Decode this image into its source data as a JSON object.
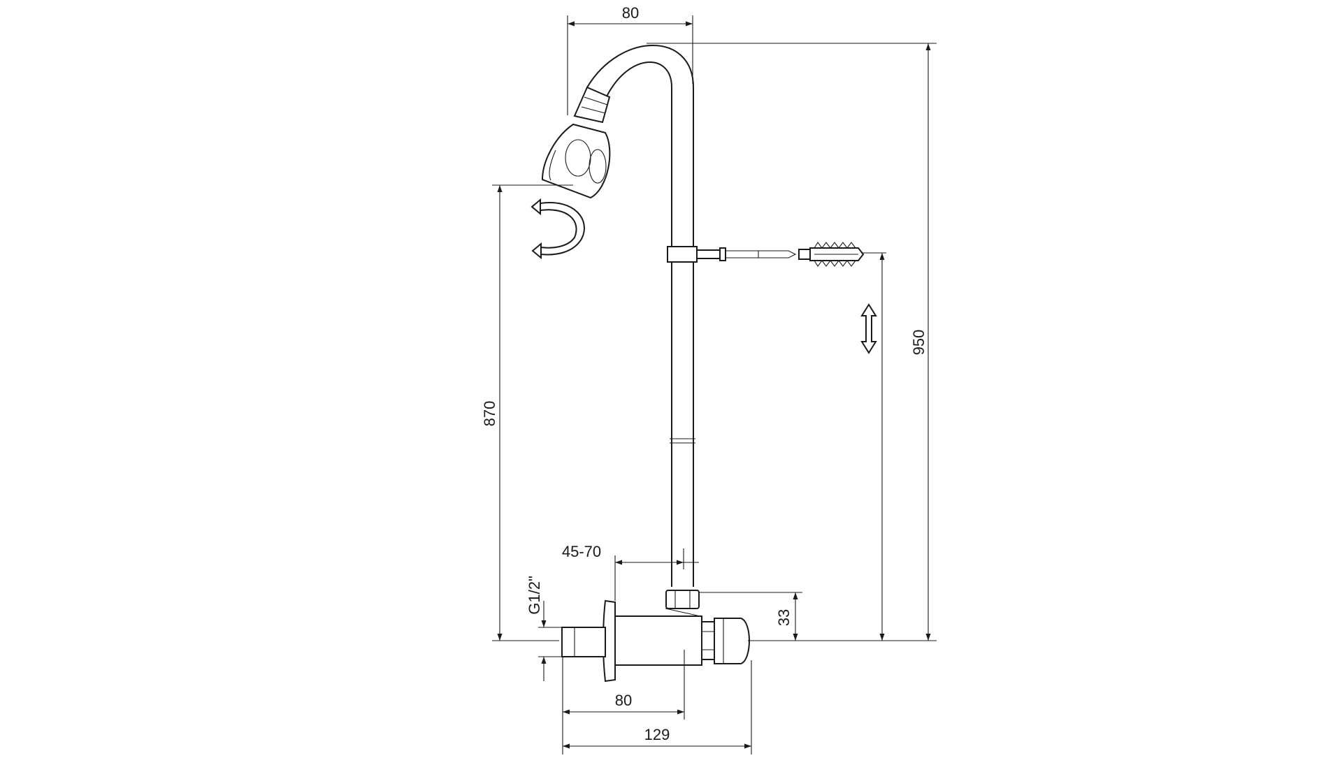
{
  "dimensions": {
    "top_width": "80",
    "total_height": "950",
    "head_height": "870",
    "wall_range": "45-70",
    "thread": "G1/2\"",
    "valve_height": "33",
    "bottom_inner": "80",
    "bottom_total": "129"
  },
  "icons": {
    "rotate": "rotate-arrow-icon",
    "adjust": "vertical-adjust-arrow-icon"
  }
}
